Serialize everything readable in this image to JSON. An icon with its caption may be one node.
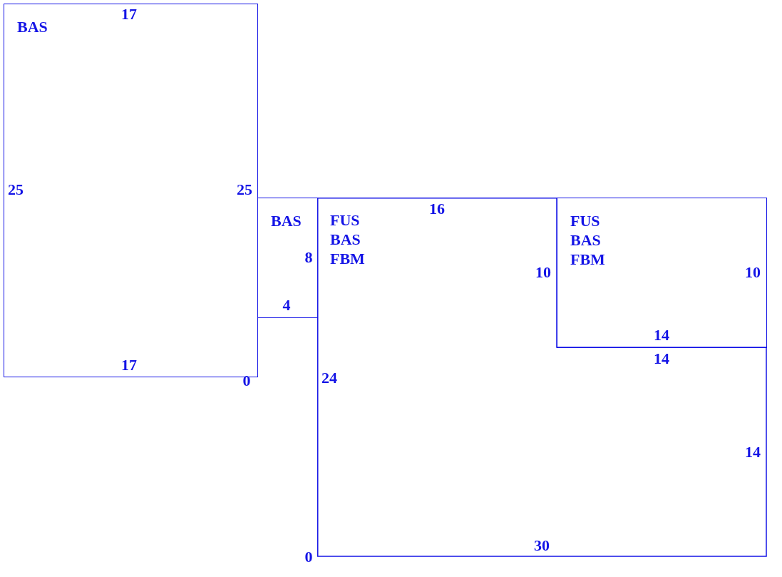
{
  "diagram": {
    "nodes": [
      {
        "text": [
          "BAS"
        ]
      },
      {
        "text": [
          "BAS"
        ]
      },
      {
        "text": [
          "FUS",
          "BAS",
          "FBM"
        ]
      },
      {
        "text": [
          "FUS",
          "BAS",
          "FBM"
        ]
      }
    ],
    "labels": [
      "17",
      "25",
      "25",
      "16",
      "8",
      "10",
      "10",
      "4",
      "14",
      "14",
      "17",
      "0",
      "24",
      "14",
      "30",
      "0"
    ]
  }
}
